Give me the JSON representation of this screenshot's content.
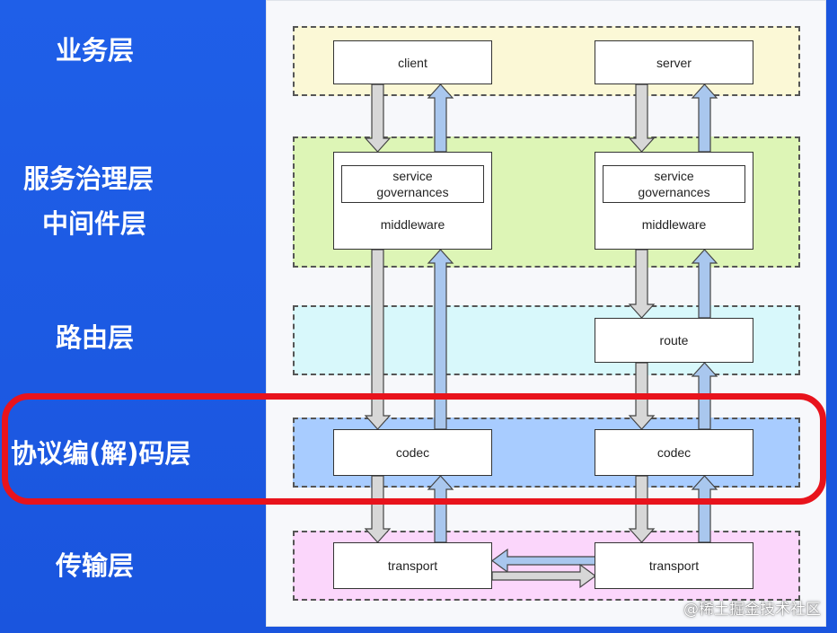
{
  "layers": {
    "business": "业务层",
    "governance_1": "服务治理层",
    "governance_2": "中间件层",
    "routing": "路由层",
    "codec": "协议编(解)码层",
    "transport": "传输层"
  },
  "client_side": {
    "top": "client",
    "governance_1": "service",
    "governance_2": "governances",
    "middleware": "middleware",
    "codec": "codec",
    "transport": "transport"
  },
  "server_side": {
    "top": "server",
    "governance_1": "service",
    "governance_2": "governances",
    "middleware": "middleware",
    "route": "route",
    "codec": "codec",
    "transport": "transport"
  },
  "watermark": "@稀土掘金技术社区",
  "colors": {
    "left_panel": "#1f5fe8",
    "business_band": "#fbf8d6",
    "governance_band": "#ddf5b6",
    "route_band": "#d8f8fb",
    "codec_band": "#a8ccff",
    "transport_band": "#fbd6fb",
    "down_arrow": "#d7d7d7",
    "up_arrow": "#a9c7ee",
    "highlight": "#e8131c"
  }
}
